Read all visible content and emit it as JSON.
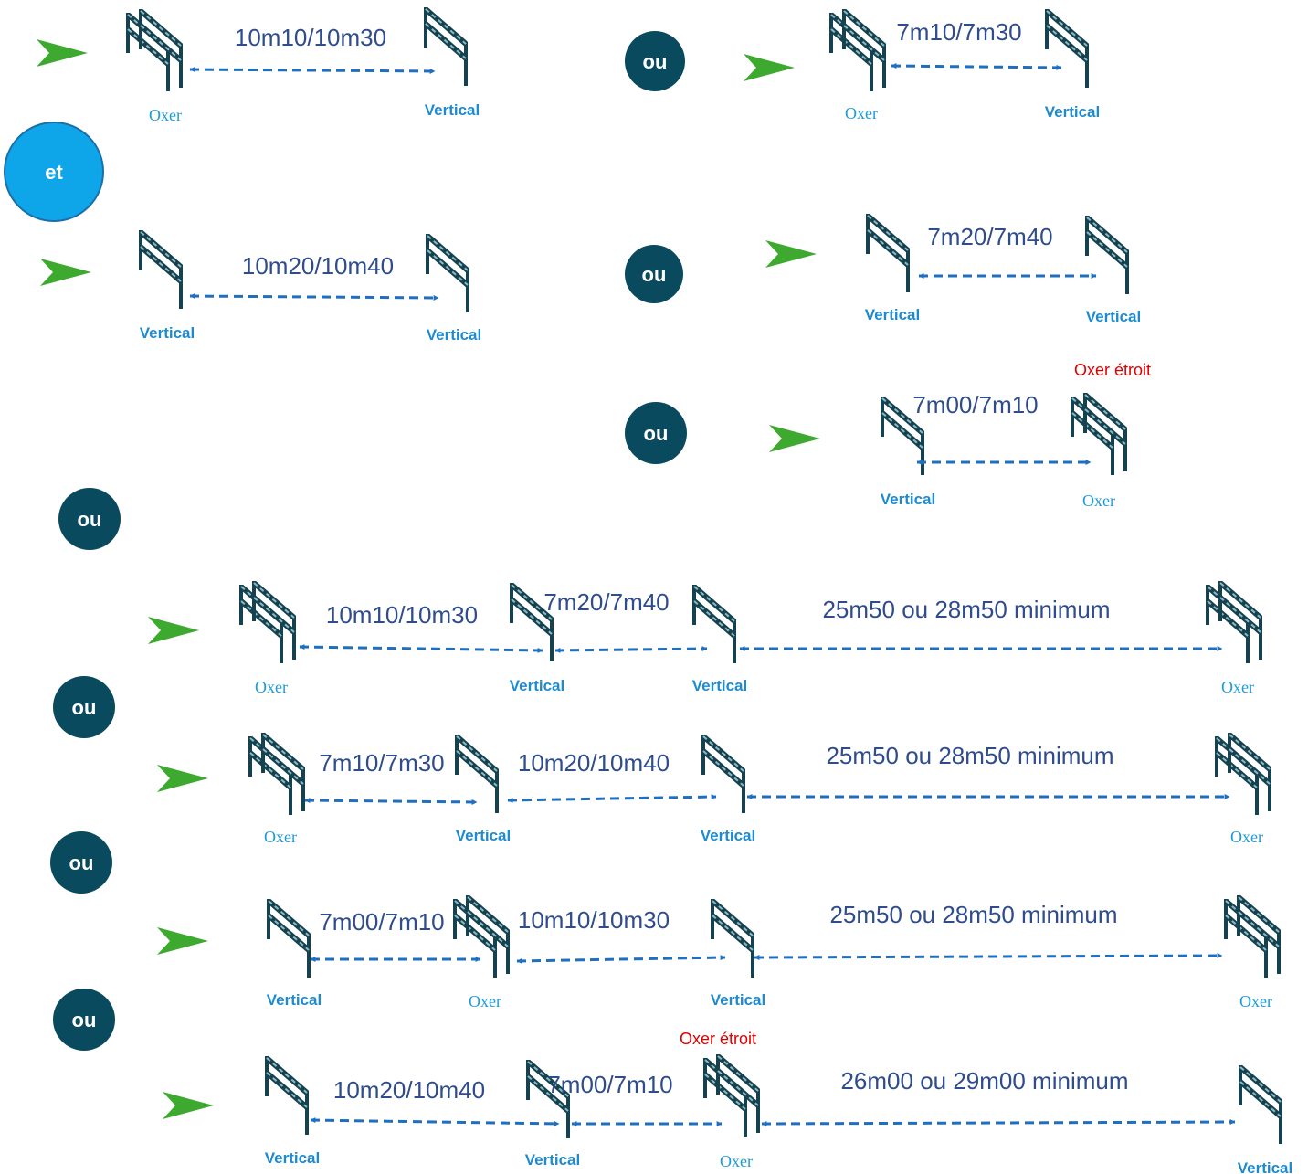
{
  "colors": {
    "distance_text": "#2F4C8C",
    "arrow": "#1E6FC0",
    "vertical_label": "#1E8BD0",
    "oxer_label": "#1E9AD8",
    "narrow_note": "#E00000",
    "ou_circle": "#0A4A5E",
    "et_circle": "#0EA5E9",
    "start_marker": "#3DAA2F",
    "fence_dark": "#16424F",
    "fence_light": "#8ABAC6"
  },
  "connectors": {
    "et": "et",
    "ou": "ou"
  },
  "labels": {
    "vertical": "Vertical",
    "oxer": "Oxer",
    "oxer_narrow": "Oxer étroit"
  },
  "combinations": [
    {
      "id": "c1",
      "fences": [
        "oxer",
        "vertical"
      ],
      "distances": [
        "10m10/10m30"
      ]
    },
    {
      "id": "c2",
      "fences": [
        "oxer",
        "vertical"
      ],
      "distances": [
        "7m10/7m30"
      ]
    },
    {
      "id": "c3",
      "fences": [
        "vertical",
        "vertical"
      ],
      "distances": [
        "10m20/10m40"
      ]
    },
    {
      "id": "c4",
      "fences": [
        "vertical",
        "vertical"
      ],
      "distances": [
        "7m20/7m40"
      ]
    },
    {
      "id": "c5",
      "fences": [
        "vertical",
        "oxer_narrow"
      ],
      "distances": [
        "7m00/7m10"
      ]
    },
    {
      "id": "c6",
      "fences": [
        "oxer",
        "vertical",
        "vertical",
        "oxer"
      ],
      "distances": [
        "10m10/10m30",
        "7m20/7m40",
        "25m50 ou 28m50 minimum"
      ]
    },
    {
      "id": "c7",
      "fences": [
        "oxer",
        "vertical",
        "vertical",
        "oxer"
      ],
      "distances": [
        "7m10/7m30",
        "10m20/10m40",
        "25m50 ou 28m50 minimum"
      ]
    },
    {
      "id": "c8",
      "fences": [
        "vertical",
        "oxer",
        "vertical",
        "oxer"
      ],
      "distances": [
        "7m00/7m10",
        "10m10/10m30",
        "25m50 ou 28m50 minimum"
      ]
    },
    {
      "id": "c9",
      "fences": [
        "vertical",
        "vertical",
        "oxer_narrow",
        "vertical"
      ],
      "distances": [
        "10m20/10m40",
        "7m00/7m10",
        "26m00 ou 29m00 minimum"
      ]
    }
  ]
}
